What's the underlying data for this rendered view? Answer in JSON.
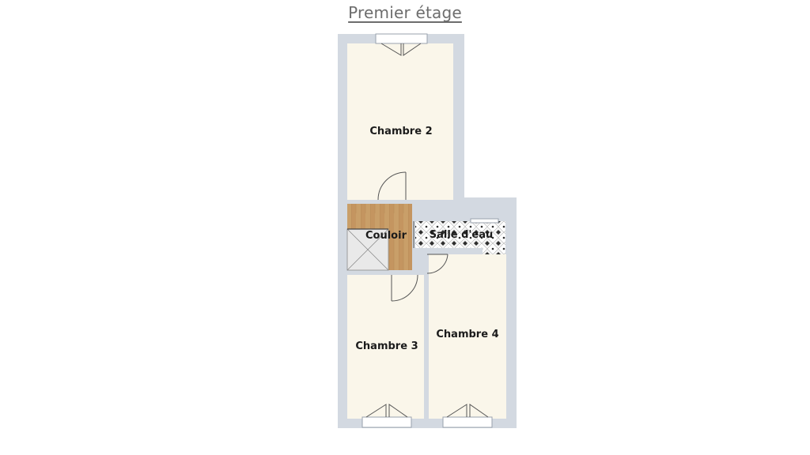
{
  "title": "Premier étage",
  "rooms": {
    "chambre2": "Chambre 2",
    "couloir": "Couloir",
    "salle_eau": "Salle d'eau",
    "chambre3": "Chambre 3",
    "chambre4": "Chambre 4"
  },
  "colors": {
    "wall": "#d3d9e1",
    "floor": "#faf6ea",
    "wood": "#c79c66",
    "tile_dark": "#404040"
  }
}
